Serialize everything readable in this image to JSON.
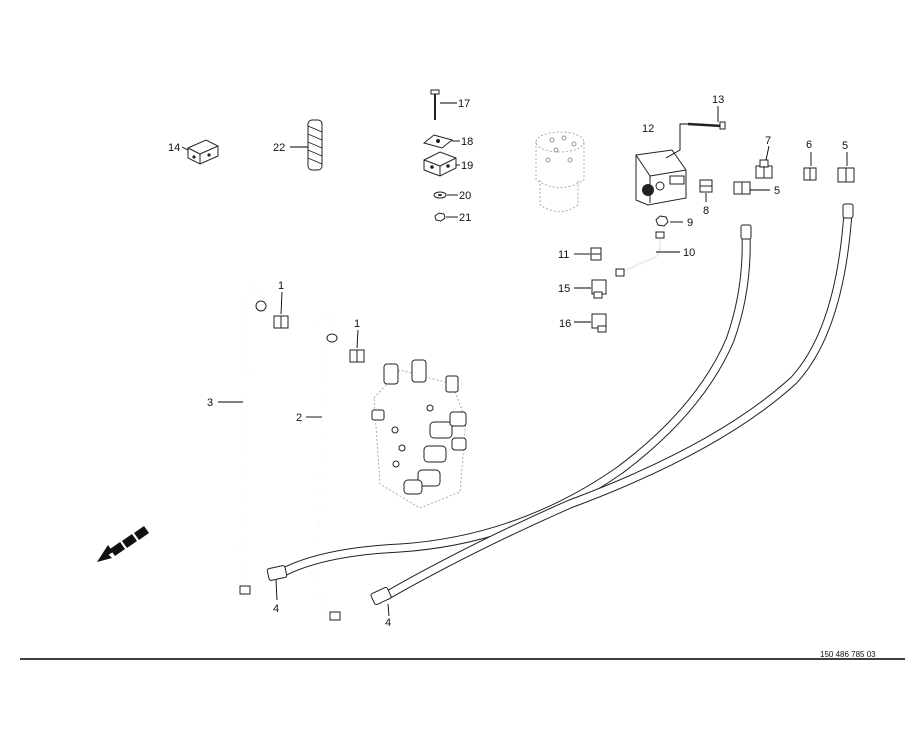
{
  "diagram": {
    "reference_number": "150 486 785 03",
    "callouts": {
      "c1a": "1",
      "c1b": "1",
      "c2": "2",
      "c3": "3",
      "c4a": "4",
      "c4b": "4",
      "c5a": "5",
      "c5b": "5",
      "c6": "6",
      "c7": "7",
      "c8": "8",
      "c9": "9",
      "c10": "10",
      "c11": "11",
      "c12": "12",
      "c13": "13",
      "c14": "14",
      "c15": "15",
      "c16": "16",
      "c17": "17",
      "c18": "18",
      "c19": "19",
      "c20": "20",
      "c21": "21",
      "c22": "22"
    },
    "direction_arrow_icon": "forward-direction-arrow-icon"
  }
}
